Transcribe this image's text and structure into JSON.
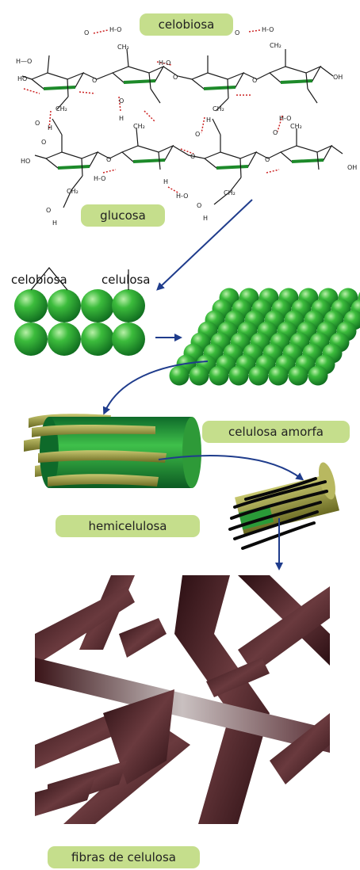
{
  "labels": {
    "celobiosa_top": "celobiosa",
    "glucosa": "glucosa",
    "celobiosa_mid": "celobiosa",
    "celulosa_mid": "celulosa",
    "celulosa_amorfa": "celulosa amorfa",
    "hemicelulosa": "hemicelulosa",
    "fibras": "fibras de celulosa"
  },
  "colors": {
    "pill": "#c5de8c",
    "sphere_green": "#2faa2f",
    "arrow_blue": "#1f3c8c",
    "hemi_olive": "#9a9a3c",
    "fiber_dark": "#3a1a1c",
    "bond_red": "#cc2222"
  }
}
